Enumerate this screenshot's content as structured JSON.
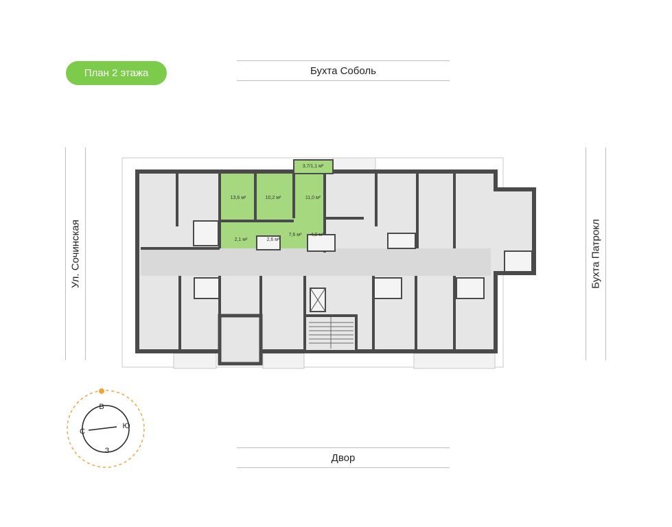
{
  "floor_badge": "План 2 этажа",
  "sides": {
    "top": "Бухта Соболь",
    "bottom": "Двор",
    "left": "Ул. Сочинская",
    "right": "Бухта Патрокл"
  },
  "highlighted_apartment": {
    "color": "#a6d97f",
    "rooms": [
      "13,6 м²",
      "10,2 м²",
      "11,0 м²",
      "3,7/1,1 м²",
      "2,1 м²",
      "2,6 м²",
      "7,6 м²",
      "4,0 м²"
    ]
  },
  "compass": {
    "north": "С",
    "east": "В",
    "south": "Ю",
    "west": "З"
  },
  "colors": {
    "accent": "#7ccb4b",
    "wall": "#4a4a4a",
    "floor": "#e6e6e6"
  }
}
